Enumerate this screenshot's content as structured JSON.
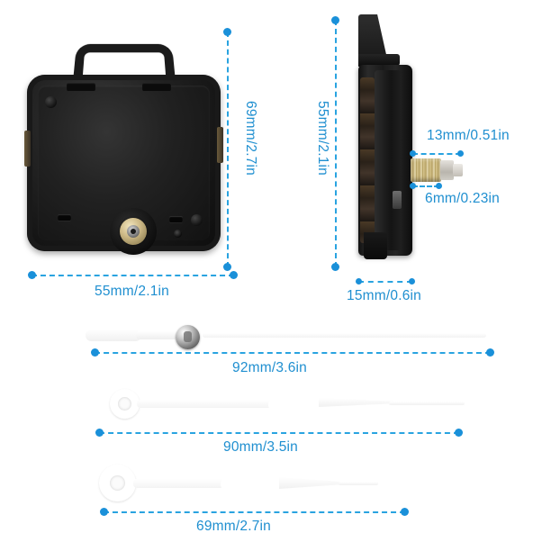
{
  "diagram": {
    "title": "Clock Movement Mechanism Dimensions",
    "accent_color": "#1a90d9",
    "background_color": "#ffffff"
  },
  "views": {
    "front": {
      "name": "clock-movement-front-view",
      "dimensions": {
        "height": "69mm/2.7in",
        "width": "55mm/2.1in"
      }
    },
    "side": {
      "name": "clock-movement-side-view",
      "dimensions": {
        "height": "55mm/2.1in",
        "depth": "15mm/0.6in",
        "shaft_length": "13mm/0.51in",
        "shaft_diameter": "6mm/0.23in"
      }
    }
  },
  "hands": [
    {
      "name": "second-hand",
      "length": "92mm/3.6in"
    },
    {
      "name": "minute-hand",
      "length": "90mm/3.5in"
    },
    {
      "name": "hour-hand",
      "length": "69mm/2.7in"
    }
  ]
}
